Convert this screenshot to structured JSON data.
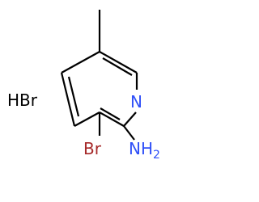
{
  "molecule": {
    "salt": "HBr",
    "atoms": {
      "nitrogen": "N",
      "bromine": "Br",
      "amine": "NH",
      "amine_subscript": "2"
    }
  },
  "colors": {
    "bond": "#000000",
    "nitrogen": "#3050F8",
    "bromine": "#A62929",
    "hbr": "#000000",
    "background": "#FFFFFF"
  }
}
